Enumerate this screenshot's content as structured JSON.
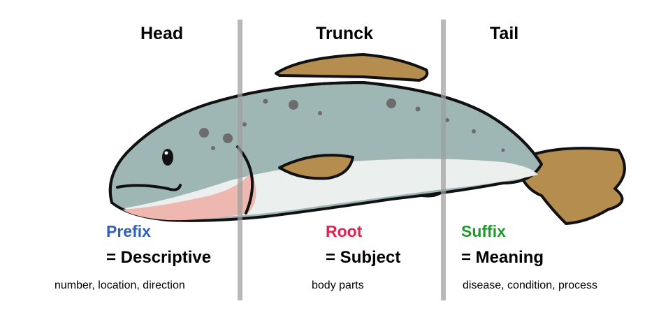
{
  "sections": [
    {
      "title": "Head",
      "term": "Prefix",
      "equals": "= Descriptive",
      "examples": "number, location, direction"
    },
    {
      "title": "Trunck",
      "term": "Root",
      "equals": "= Subject",
      "examples": "body parts"
    },
    {
      "title": "Tail",
      "term": "Suffix",
      "equals": "= Meaning",
      "examples": "disease, condition, process"
    }
  ],
  "colors": {
    "prefix": "#2f5fbf",
    "root": "#e0224f",
    "suffix": "#1e9a2a",
    "fish_back": "#9fb7b4",
    "fish_belly": "#ebefee",
    "fish_fin": "#b58d4e",
    "fish_gill": "#eeb8b0"
  },
  "icons": [
    "fish-illustration"
  ]
}
